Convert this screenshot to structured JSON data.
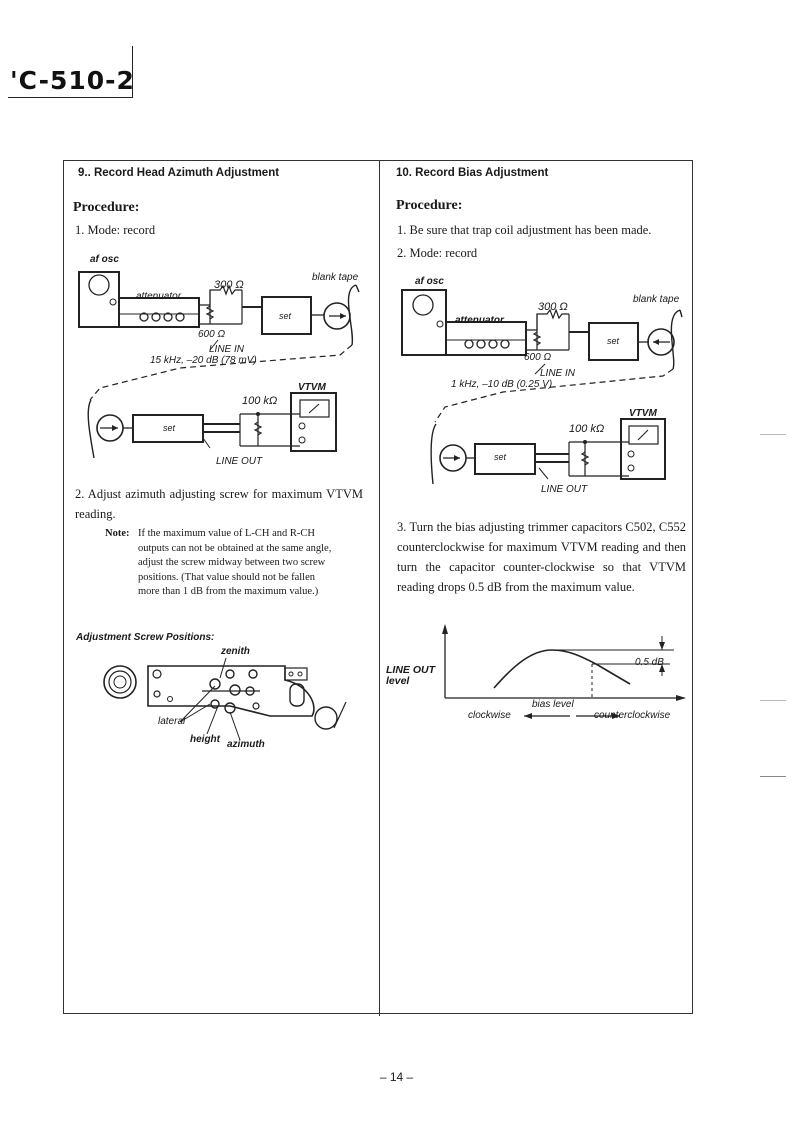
{
  "header": {
    "model": "'C-510-2"
  },
  "left": {
    "title": "9.. Record Head Azimuth Adjustment",
    "procedure": "Procedure:",
    "step1": "1. Mode: record",
    "diagram": {
      "af_osc": "af osc",
      "resistor_top": "300 Ω",
      "blank_tape": "blank tape",
      "attenuator": "attenuator",
      "set": "set",
      "resistor_bottom": "600 Ω",
      "line_in": "LINE IN",
      "signal": "15 kHz, –20 dB (78 mV)",
      "vtvm": "VTVM",
      "resistor_100k": "100 kΩ",
      "set2": "set",
      "line_out": "LINE OUT"
    },
    "step2": "2. Adjust azimuth adjusting screw for maximum VTVM reading.",
    "note_label": "Note:",
    "note_text": "If the maximum value of L-CH and R-CH outputs can not be obtained at the same angle, adjust the screw midway between two screw positions. (That value should not be fallen more than 1 dB from the maximum value.)",
    "screw_title": "Adjustment Screw Positions:",
    "screw": {
      "zenith": "zenith",
      "lateral": "lateral",
      "height": "height",
      "azimuth": "azimuth"
    }
  },
  "right": {
    "title": "10. Record Bias Adjustment",
    "procedure": "Procedure:",
    "step1": "1. Be sure that trap coil adjustment has been made.",
    "step2": "2. Mode: record",
    "diagram": {
      "af_osc": "af osc",
      "resistor_top": "300 Ω",
      "blank_tape": "blank tape",
      "attenuator": "attenuator",
      "set": "set",
      "resistor_bottom": "600 Ω",
      "line_in": "LINE IN",
      "signal": "1 kHz, –10 dB (0.25 V)",
      "vtvm": "VTVM",
      "resistor_100k": "100 kΩ",
      "set2": "set",
      "line_out": "LINE OUT"
    },
    "step3": "3. Turn the bias adjusting trimmer capacitors C502, C552 counterclockwise for maximum VTVM reading and then turn the capacitor counter-clockwise so that VTVM reading drops 0.5 dB from the maximum value.",
    "graph": {
      "ylabel": "LINE OUT level",
      "drop": "0.5 dB",
      "xlabel": "bias level",
      "left": "clockwise",
      "right": "counterclockwise"
    }
  },
  "footer": {
    "page": "– 14 –"
  }
}
